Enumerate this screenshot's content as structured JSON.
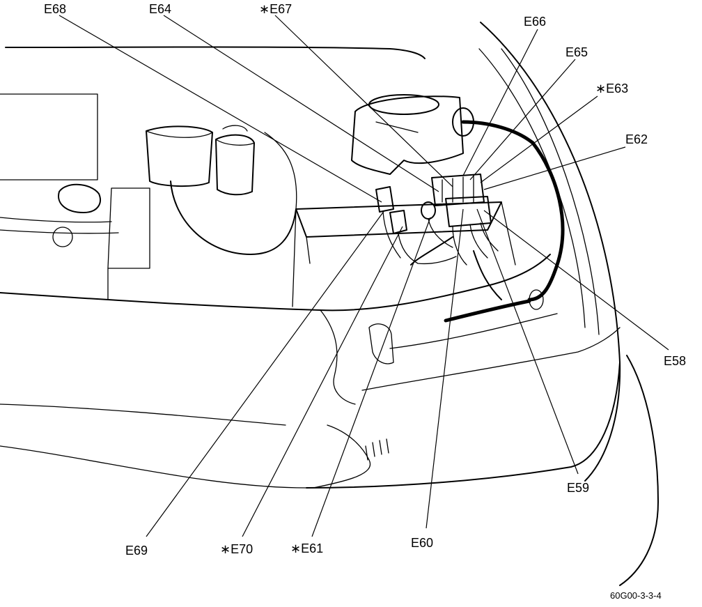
{
  "labels": {
    "e68": "E68",
    "e64": "E64",
    "e67": "∗E67",
    "e66": "E66",
    "e65": "E65",
    "e63": "∗E63",
    "e62": "E62",
    "e58": "E58",
    "e59": "E59",
    "e60": "E60",
    "e61": "∗E61",
    "e70": "∗E70",
    "e69": "E69"
  },
  "figure_code": "60G00-3-3-4"
}
